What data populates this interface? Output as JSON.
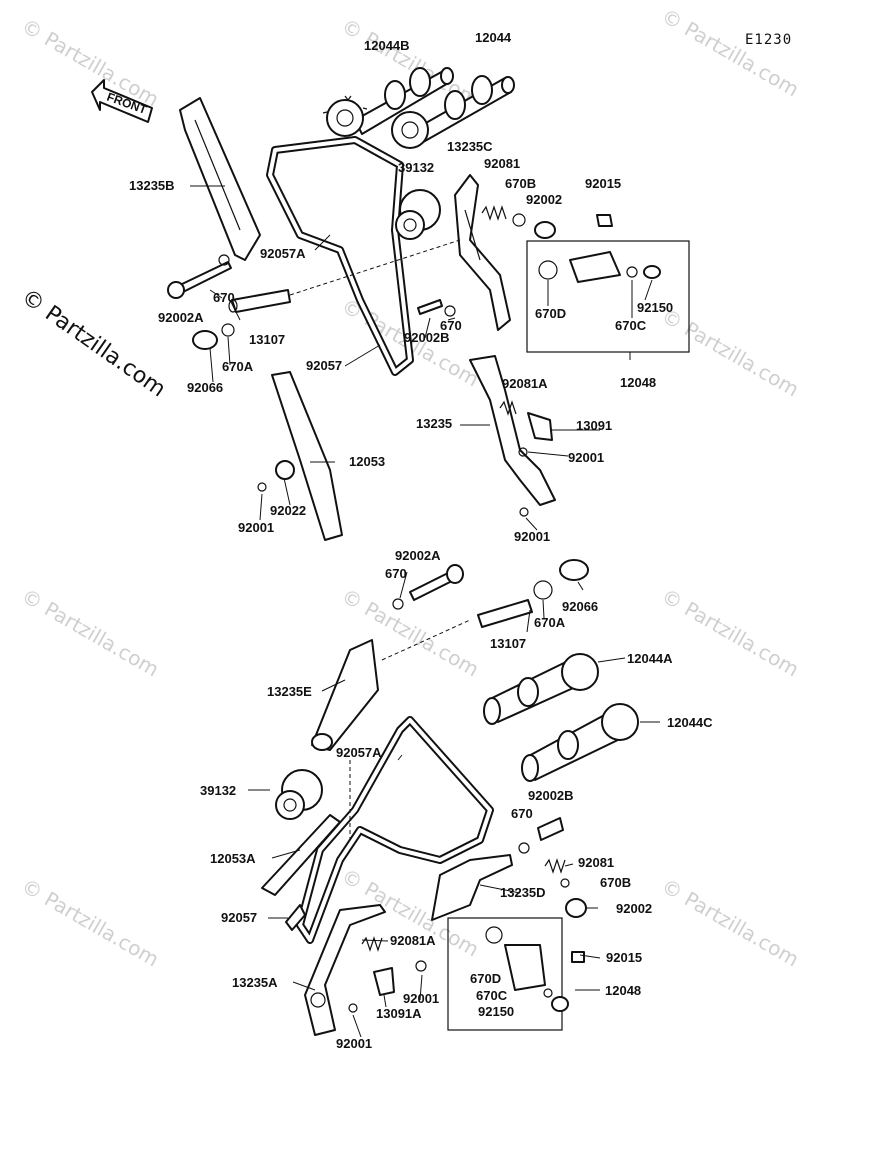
{
  "ref_code": "E1230",
  "front_label": "FRONT",
  "watermark": "© Partzilla.com",
  "side_watermark": "© Partzilla.com",
  "parts": {
    "p12044B": "12044B",
    "p12044": "12044",
    "p13235C": "13235C",
    "p92081": "92081",
    "p39132": "39132",
    "p670B": "670B",
    "p92015": "92015",
    "p92002": "92002",
    "p13235B": "13235B",
    "p92057A": "92057A",
    "p670": "670",
    "p670D": "670D",
    "p92150": "92150",
    "p670C": "670C",
    "p92002A": "92002A",
    "p13107": "13107",
    "p92002B": "92002B",
    "p92066": "92066",
    "p670A": "670A",
    "p92057": "92057",
    "p12048": "12048",
    "p92081A": "92081A",
    "p13235": "13235",
    "p13091": "13091",
    "p92001": "92001",
    "p12053": "12053",
    "p92022": "92022",
    "b92002A": "92002A",
    "b670": "670",
    "b92066": "92066",
    "b670A": "670A",
    "b13107": "13107",
    "b12044A": "12044A",
    "b13235E": "13235E",
    "b12044C": "12044C",
    "b92057A": "92057A",
    "b39132": "39132",
    "b92002B": "92002B",
    "b12053A": "12053A",
    "b92081": "92081",
    "b13235D": "13235D",
    "b670B": "670B",
    "b92057": "92057",
    "b92002": "92002",
    "b92081A": "92081A",
    "b92015": "92015",
    "b13235A": "13235A",
    "b670D": "670D",
    "b92001": "92001",
    "b12048": "12048",
    "b670C": "670C",
    "b13091A": "13091A",
    "b92150": "92150"
  }
}
